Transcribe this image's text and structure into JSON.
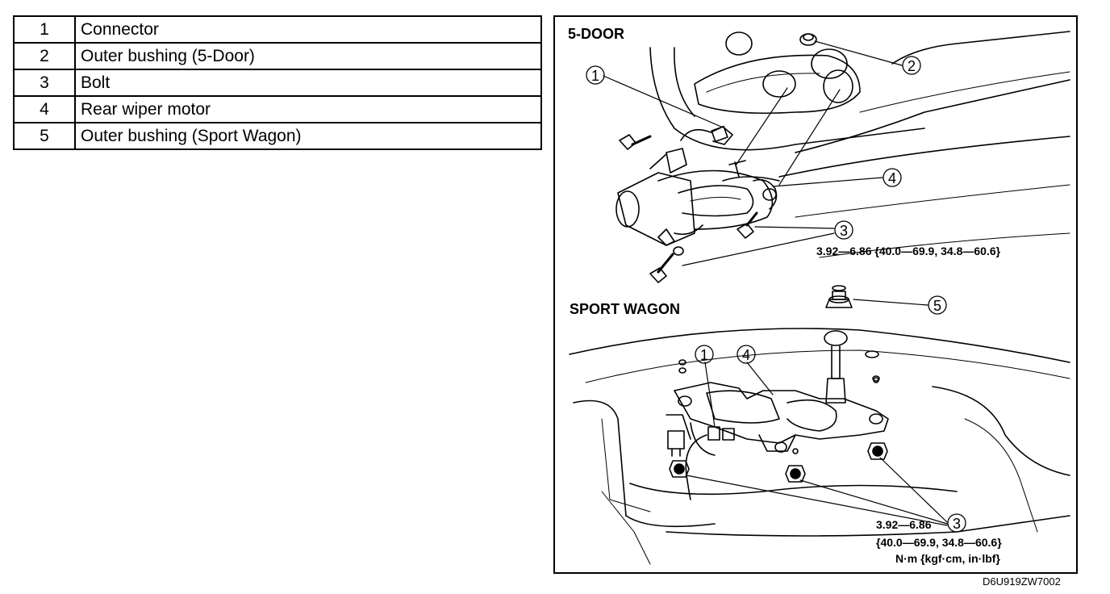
{
  "parts": [
    {
      "num": "1",
      "name": "Connector"
    },
    {
      "num": "2",
      "name": "Outer bushing (5-Door)"
    },
    {
      "num": "3",
      "name": "Bolt"
    },
    {
      "num": "4",
      "name": "Rear wiper motor"
    },
    {
      "num": "5",
      "name": "Outer bushing (Sport Wagon)"
    }
  ],
  "diagram": {
    "five_door": {
      "title": "5-DOOR",
      "torque": "3.92—6.86 {40.0—69.9, 34.8—60.6}"
    },
    "sport_wagon": {
      "title": "SPORT WAGON",
      "torque_line1": "3.92—6.86",
      "torque_line2": "{40.0—69.9, 34.8—60.6}",
      "units": "N·m {kgf·cm, in·lbf}"
    },
    "callouts": [
      "1",
      "2",
      "3",
      "4",
      "5"
    ],
    "figure_code": "D6U919ZW7002"
  }
}
